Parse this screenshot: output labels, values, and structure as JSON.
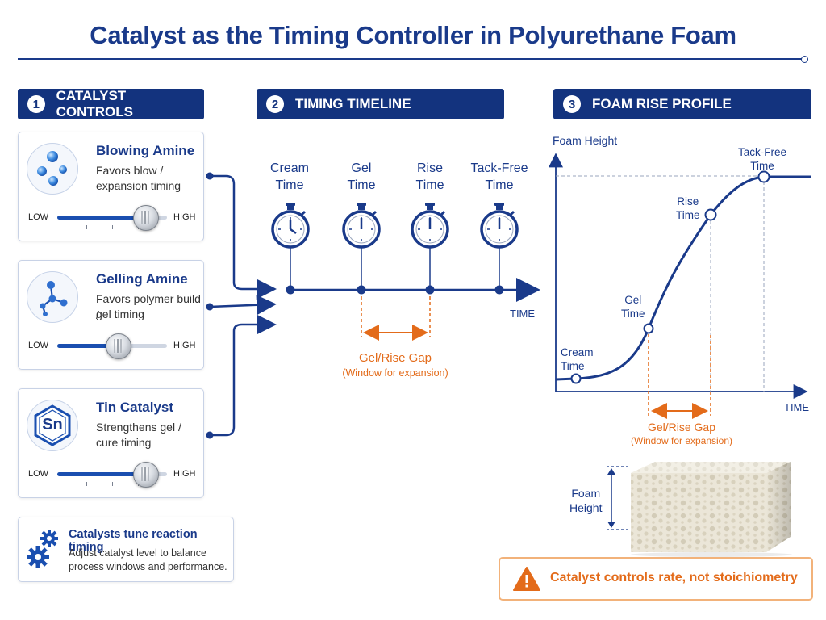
{
  "title": "Catalyst as the Timing Controller in Polyurethane Foam",
  "sections": [
    {
      "num": "1",
      "label": "CATALYST CONTROLS"
    },
    {
      "num": "2",
      "label": "TIMING TIMELINE"
    },
    {
      "num": "3",
      "label": "FOAM RISE PROFILE"
    }
  ],
  "catalysts": [
    {
      "name": "Blowing Amine",
      "desc_line1": "Favors blow /",
      "desc_line2": "expansion timing",
      "low": "LOW",
      "high": "HIGH",
      "level": 0.8,
      "icon": "bubbles-icon"
    },
    {
      "name": "Gelling Amine",
      "desc_line1": "Favors polymer build /",
      "desc_line2": "gel timing",
      "low": "LOW",
      "high": "HIGH",
      "level": 0.55,
      "icon": "molecule-icon"
    },
    {
      "name": "Tin Catalyst",
      "desc_line1": "Strengthens gel /",
      "desc_line2": "cure timing",
      "low": "LOW",
      "high": "HIGH",
      "level": 0.8,
      "icon": "tin-hexagon-icon",
      "icon_text": "Sn"
    }
  ],
  "info_box": {
    "title": "Catalysts tune reaction timing",
    "line1": "Adjust catalyst level to balance",
    "line2": "process windows and performance."
  },
  "timeline": {
    "stages": [
      {
        "line1": "Cream",
        "line2": "Time"
      },
      {
        "line1": "Gel",
        "line2": "Time"
      },
      {
        "line1": "Rise",
        "line2": "Time"
      },
      {
        "line1": "Tack-Free",
        "line2": "Time"
      }
    ],
    "axis_label": "TIME",
    "gap_label": "Gel/Rise Gap",
    "gap_sub": "(Window for expansion)"
  },
  "profile": {
    "y_label": "Foam Height",
    "x_label": "TIME",
    "points": {
      "cream_l1": "Cream",
      "cream_l2": "Time",
      "gel_l1": "Gel",
      "gel_l2": "Time",
      "rise_l1": "Rise",
      "rise_l2": "Time",
      "tack_l1": "Tack-Free",
      "tack_l2": "Time"
    },
    "gap_label": "Gel/Rise Gap",
    "gap_sub": "(Window for expansion)"
  },
  "foam_block": {
    "label_l1": "Foam",
    "label_l2": "Height"
  },
  "warning": "Catalyst controls rate, not stoichiometry",
  "colors": {
    "navy": "#13337e",
    "blue": "#1a3a8a",
    "orange": "#e36b1a",
    "accent": "#1a4fb0"
  }
}
